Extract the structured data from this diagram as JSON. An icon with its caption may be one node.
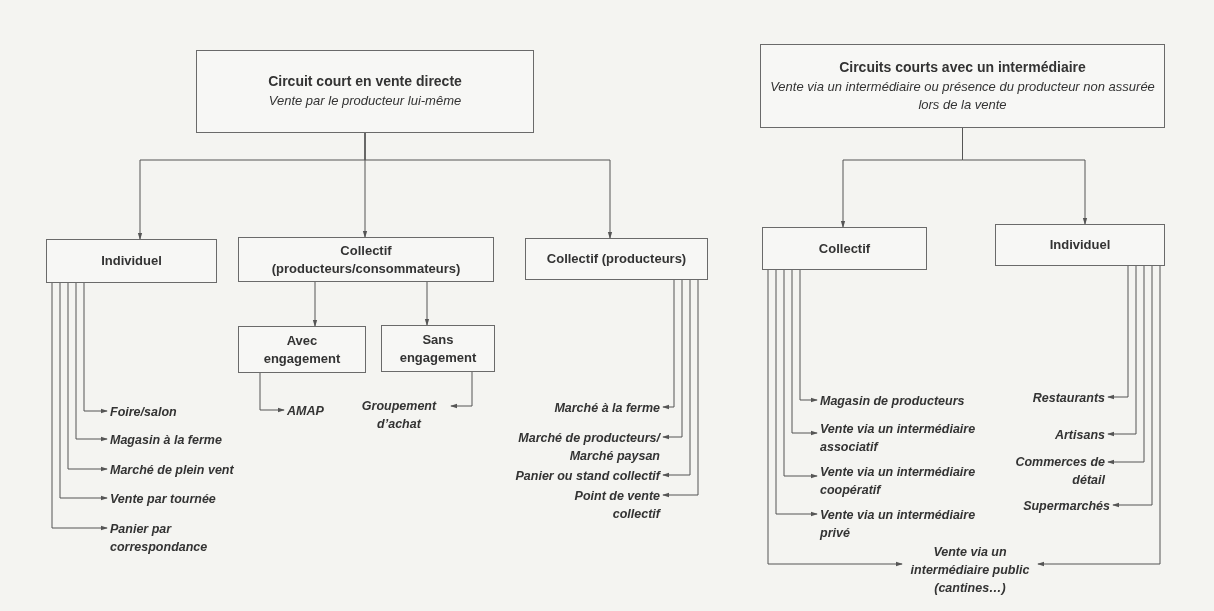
{
  "diagram": {
    "nodes": [
      {
        "text": [
          "Circuit court en vente directe",
          "Vente par le producteur lui-même"
        ]
      },
      {
        "text": [
          "Individuel"
        ]
      },
      {
        "text": [
          "Collectif (producteurs/consommateurs)"
        ]
      },
      {
        "text": [
          "Collectif (producteurs)"
        ]
      },
      {
        "text": [
          "Avec engagement"
        ]
      },
      {
        "text": [
          "Sans engagement"
        ]
      },
      {
        "text": [
          "Circuits courts avec un intermédiaire",
          "Vente via un intermédiaire ou présence du producteur non assurée lors de la vente"
        ]
      },
      {
        "text": [
          "Collectif"
        ]
      },
      {
        "text": [
          "Individuel"
        ]
      },
      {
        "text": [
          "Foire/salon"
        ]
      },
      {
        "text": [
          "Magasin à la ferme"
        ]
      },
      {
        "text": [
          "Marché de plein vent"
        ]
      },
      {
        "text": [
          "Vente par tournée"
        ]
      },
      {
        "text": [
          "Panier par correspondance"
        ]
      },
      {
        "text": [
          "AMAP"
        ]
      },
      {
        "text": [
          "Groupement d’achat"
        ]
      },
      {
        "text": [
          "Marché à la ferme"
        ]
      },
      {
        "text": [
          "Marché de producteurs/ Marché paysan"
        ]
      },
      {
        "text": [
          "Panier ou stand collectif"
        ]
      },
      {
        "text": [
          "Point de vente collectif"
        ]
      },
      {
        "text": [
          "Magasin de producteurs"
        ]
      },
      {
        "text": [
          "Vente via un intermédiaire associatif"
        ]
      },
      {
        "text": [
          "Vente via un intermédiaire coopératif"
        ]
      },
      {
        "text": [
          "Vente via un intermédiaire privé"
        ]
      },
      {
        "text": [
          "Vente via un intermédiaire public (cantines…)"
        ]
      },
      {
        "text": [
          "Restaurants"
        ]
      },
      {
        "text": [
          "Artisans"
        ]
      },
      {
        "text": [
          "Commerces de détail"
        ]
      },
      {
        "text": [
          "Supermarchés"
        ]
      }
    ],
    "edges": [
      {
        "from": 0,
        "to": 1,
        "arrow": "to"
      },
      {
        "from": 0,
        "to": 2,
        "arrow": "to"
      },
      {
        "from": 0,
        "to": 3,
        "arrow": "to"
      },
      {
        "from": 2,
        "to": 4,
        "arrow": "to"
      },
      {
        "from": 2,
        "to": 5,
        "arrow": "to"
      },
      {
        "from": 4,
        "to": 14,
        "arrow": "to"
      },
      {
        "from": 5,
        "to": 15,
        "arrow": "to"
      },
      {
        "from": 1,
        "to": 9,
        "arrow": "to"
      },
      {
        "from": 1,
        "to": 10,
        "arrow": "to"
      },
      {
        "from": 1,
        "to": 11,
        "arrow": "to"
      },
      {
        "from": 1,
        "to": 12,
        "arrow": "to"
      },
      {
        "from": 1,
        "to": 13,
        "arrow": "to"
      },
      {
        "from": 3,
        "to": 16,
        "arrow": "to"
      },
      {
        "from": 3,
        "to": 17,
        "arrow": "to"
      },
      {
        "from": 3,
        "to": 18,
        "arrow": "to"
      },
      {
        "from": 3,
        "to": 19,
        "arrow": "to"
      },
      {
        "from": 6,
        "to": 7,
        "arrow": "to"
      },
      {
        "from": 6,
        "to": 8,
        "arrow": "to"
      },
      {
        "from": 7,
        "to": 20,
        "arrow": "to"
      },
      {
        "from": 7,
        "to": 21,
        "arrow": "to"
      },
      {
        "from": 7,
        "to": 22,
        "arrow": "to"
      },
      {
        "from": 7,
        "to": 23,
        "arrow": "to"
      },
      {
        "from": 7,
        "to": 24,
        "arrow": "to"
      },
      {
        "from": 8,
        "to": 25,
        "arrow": "to"
      },
      {
        "from": 8,
        "to": 26,
        "arrow": "to"
      },
      {
        "from": 8,
        "to": 27,
        "arrow": "to"
      },
      {
        "from": 8,
        "to": 28,
        "arrow": "to"
      },
      {
        "from": 8,
        "to": 24,
        "arrow": "to"
      }
    ]
  }
}
